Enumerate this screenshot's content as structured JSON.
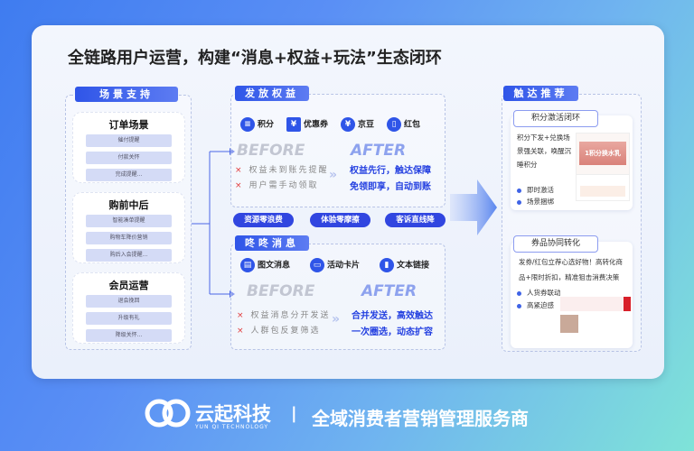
{
  "title": "全链路用户运营，构建“消息+权益+玩法”生态闭环",
  "scenes": {
    "label": "场景支持",
    "groups": [
      {
        "title": "订单场景",
        "items": [
          "催付提醒",
          "付款关怀",
          "完成提醒..."
        ]
      },
      {
        "title": "购前中后",
        "items": [
          "智能凑单提醒",
          "购物车降价营销",
          "购后入会提醒..."
        ]
      },
      {
        "title": "会员运营",
        "items": [
          "退会挽回",
          "升级有礼",
          "降级关怀..."
        ]
      }
    ]
  },
  "rights": {
    "label": "发放权益",
    "icons": [
      {
        "icon": "coin-stack-icon",
        "label": "积分"
      },
      {
        "icon": "coupon-icon",
        "label": "优惠券"
      },
      {
        "icon": "bean-icon",
        "label": "京豆"
      },
      {
        "icon": "red-packet-icon",
        "label": "红包"
      }
    ],
    "before": "BEFORE",
    "after": "AFTER",
    "before_items": [
      "权益未到账先提醒",
      "用户需手动领取"
    ],
    "after_items": [
      "权益先行，触达保障",
      "免领即享，自动到账"
    ]
  },
  "pills": [
    "资源零浪费",
    "体验零摩擦",
    "客诉直线降"
  ],
  "messages": {
    "label": "咚咚消息",
    "icons": [
      {
        "icon": "document-icon",
        "label": "图文消息"
      },
      {
        "icon": "card-icon",
        "label": "活动卡片"
      },
      {
        "icon": "link-icon",
        "label": "文本链接"
      }
    ],
    "before": "BEFORE",
    "after": "AFTER",
    "before_items": [
      "权益消息分开发送",
      "人群包反复筛选"
    ],
    "after_items": [
      "合并发送，高效触达",
      "一次圈选，动态扩容"
    ]
  },
  "reach": {
    "label": "触达推荐",
    "cards": [
      {
        "title": "积分激活闭环",
        "text": "积分下发+兑换场景强关联，唤醒沉睡积分",
        "bullets": [
          "即时激活",
          "场景捆绑"
        ],
        "mock_banner": "1积分换水乳"
      },
      {
        "title": "券品协同转化",
        "text": "发券/红包立荐心选好物！高转化商品+限时折扣，精准狙击消费决策",
        "bullets": [
          "人货券联动",
          "高紧迫感"
        ]
      }
    ]
  },
  "footer": {
    "brand": "云起科技",
    "brand_en": "YUN QI TECHNOLOGY",
    "separator": "|",
    "slogan": "全域消费者营销管理服务商"
  }
}
